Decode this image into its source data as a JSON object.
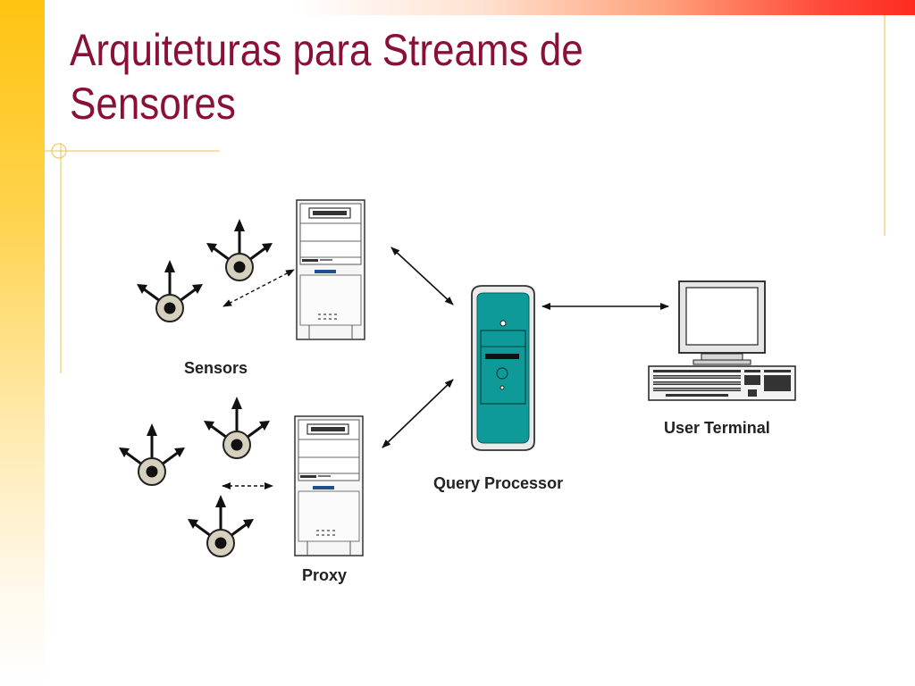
{
  "slide": {
    "title_line1": "Arquiteturas para Streams de",
    "title_line2": "Sensores"
  },
  "diagram": {
    "labels": {
      "sensors": "Sensors",
      "proxy": "Proxy",
      "query_processor": "Query Processor",
      "user_terminal": "User Terminal"
    }
  },
  "colors": {
    "title": "#8b1038",
    "accent_band_left": "#ffc410",
    "accent_band_top": "#ff2a20",
    "deco_line": "#e8c34a",
    "query_processor_body": "#0f9a9a"
  }
}
